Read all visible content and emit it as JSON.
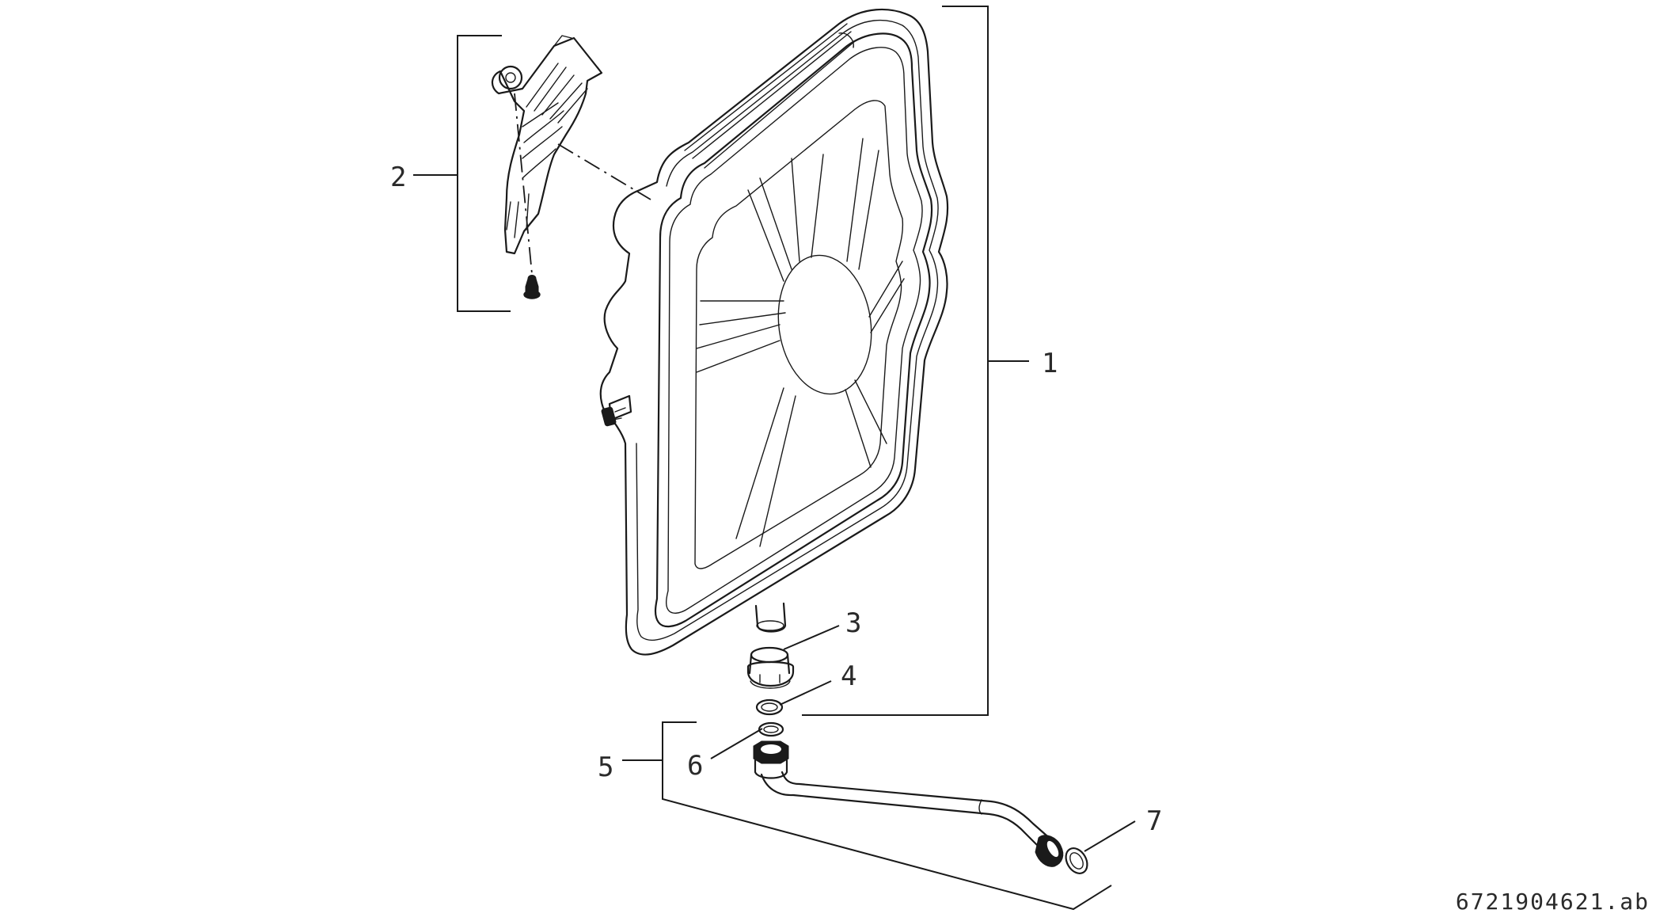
{
  "callouts": [
    {
      "id": "1",
      "label": "1"
    },
    {
      "id": "2",
      "label": "2"
    },
    {
      "id": "3",
      "label": "3"
    },
    {
      "id": "4",
      "label": "4"
    },
    {
      "id": "5",
      "label": "5"
    },
    {
      "id": "6",
      "label": "6"
    },
    {
      "id": "7",
      "label": "7"
    }
  ],
  "document_number": "6721904621.ab",
  "colors": {
    "line": "#1a1a1a",
    "text": "#2a2a2a",
    "background": "#ffffff"
  }
}
